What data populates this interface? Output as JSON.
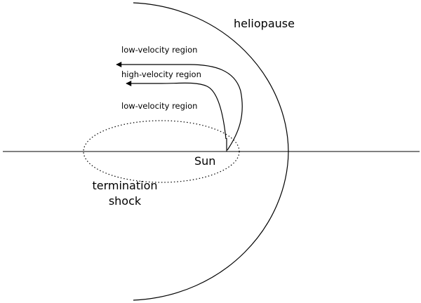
{
  "labels": {
    "heliopause": "heliopause",
    "low_velocity_upper": "low-velocity region",
    "high_velocity": "high-velocity region",
    "low_velocity_lower": "low-velocity region",
    "sun": "Sun",
    "termination_shock_line1": "termination",
    "termination_shock_line2": "shock"
  },
  "colors": {
    "stroke": "#000000",
    "background": "#ffffff"
  }
}
